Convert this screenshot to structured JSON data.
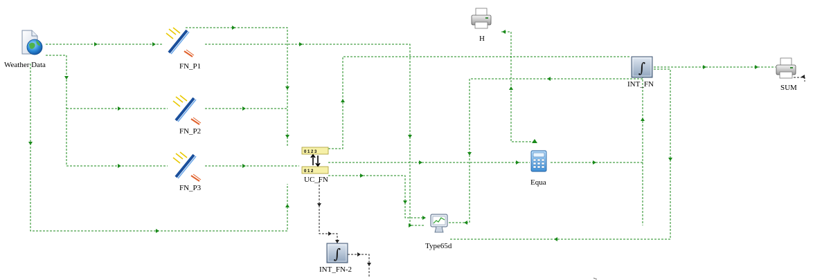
{
  "diagram": {
    "components": {
      "weather": {
        "label": "Weather Data",
        "icon": "weather-data-icon"
      },
      "fn_p1": {
        "label": "FN_P1",
        "icon": "solar-collector-icon"
      },
      "fn_p2": {
        "label": "FN_P2",
        "icon": "solar-collector-icon"
      },
      "fn_p3": {
        "label": "FN_P3",
        "icon": "solar-collector-icon"
      },
      "uc_fn": {
        "label": "UC_FN",
        "icon": "unit-converter-icon",
        "top_ticks": "0 1 2 3",
        "bottom_ticks": "0 1 2"
      },
      "h": {
        "label": "H",
        "icon": "printer-icon"
      },
      "int_fn": {
        "label": "INT_FN",
        "icon": "integrator-icon"
      },
      "sum": {
        "label": "SUM",
        "icon": "printer-icon"
      },
      "equa": {
        "label": "Equa",
        "icon": "calculator-icon"
      },
      "type65d": {
        "label": "Type65d",
        "icon": "online-plotter-icon"
      },
      "int_fn_2": {
        "label": "INT_FN-2",
        "icon": "integrator-icon"
      }
    },
    "colors": {
      "link_green": "#1a8a1a",
      "link_black": "#222222",
      "label_text": "#000000"
    }
  }
}
